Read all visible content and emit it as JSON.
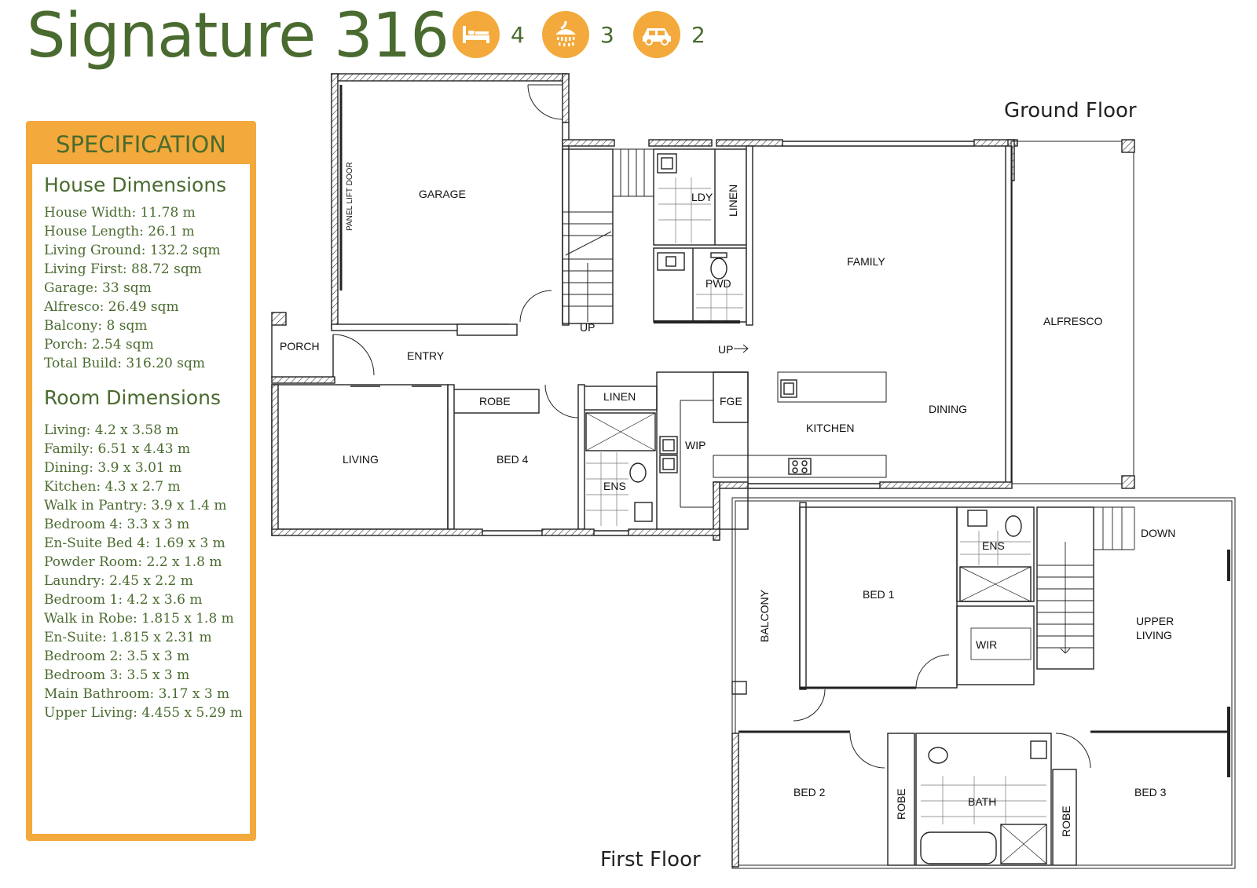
{
  "title": "Signature 316",
  "features": {
    "bedrooms": "4",
    "bathrooms": "3",
    "garage": "2"
  },
  "colors": {
    "accent": "#f3a93b",
    "green": "#4a6b2f"
  },
  "icons": [
    "bed-icon",
    "shower-icon",
    "car-icon"
  ],
  "spec": {
    "heading": "SPECIFICATION",
    "house_heading": "House Dimensions",
    "house": [
      "House Width: 11.78 m",
      "House Length: 26.1 m",
      "Living Ground: 132.2 sqm",
      "Living First: 88.72 sqm",
      "Garage: 33 sqm",
      "Alfresco: 26.49 sqm",
      "Balcony: 8 sqm",
      "Porch: 2.54 sqm",
      "Total Build: 316.20 sqm"
    ],
    "room_heading": "Room Dimensions",
    "rooms": [
      "Living: 4.2 x 3.58 m",
      "Family: 6.51 x 4.43 m",
      "Dining: 3.9 x 3.01 m",
      "Kitchen: 4.3 x 2.7 m",
      "Walk in Pantry: 3.9 x 1.4 m",
      "Bedroom 4: 3.3 x 3 m",
      "En-Suite Bed 4: 1.69 x 3 m",
      "Powder Room: 2.2 x 1.8 m",
      "Laundry: 2.45 x 2.2 m",
      "Bedroom 1: 4.2 x 3.6 m",
      "Walk in Robe: 1.815 x 1.8 m",
      "En-Suite: 1.815 x 2.31 m",
      "Bedroom 2: 3.5 x 3 m",
      "Bedroom 3: 3.5 x 3 m",
      "Main Bathroom: 3.17 x 3 m",
      "Upper Living: 4.455 x 5.29 m"
    ]
  },
  "plans": {
    "ground_label": "Ground Floor",
    "first_label": "First Floor",
    "ground_rooms": {
      "garage": "GARAGE",
      "panel_lift_door": "PANEL LIFT DOOR",
      "porch": "PORCH",
      "entry": "ENTRY",
      "living": "LIVING",
      "robe": "ROBE",
      "bed4": "BED 4",
      "linen1": "LINEN",
      "ens": "ENS",
      "wip": "WIP",
      "fge": "FGE",
      "ldy": "LDY",
      "linen2": "LINEN",
      "pwd": "PWD",
      "up1": "UP",
      "up2": "UP",
      "family": "FAMILY",
      "kitchen": "KITCHEN",
      "dining": "DINING",
      "alfresco": "ALFRESCO"
    },
    "first_rooms": {
      "balcony": "BALCONY",
      "bed1": "BED 1",
      "ens": "ENS",
      "wir": "WIR",
      "down": "DOWN",
      "upper_living": "UPPER",
      "upper_living2": "LIVING",
      "bed2": "BED 2",
      "robe1": "ROBE",
      "bath": "BATH",
      "robe2": "ROBE",
      "bed3": "BED 3"
    }
  }
}
